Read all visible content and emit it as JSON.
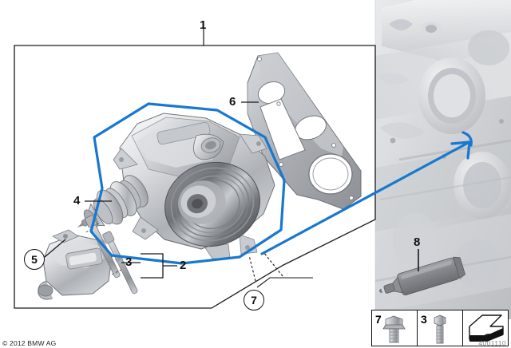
{
  "diagram": {
    "title": "Water pump / thermostat exploded parts diagram",
    "frame_label": "1",
    "copyright": "© 2012 BMW AG",
    "drawing_number": "4001110",
    "accent_color": "#1878d0",
    "line_color": "#1a1a1a"
  },
  "callouts": [
    {
      "id": "1",
      "label": "1",
      "kind": "plain",
      "name": "assembly-group-frame"
    },
    {
      "id": "2",
      "label": "2",
      "kind": "plain",
      "name": "bolt-set-bracket"
    },
    {
      "id": "3",
      "label": "3",
      "kind": "plain",
      "name": "hex-bolt-long"
    },
    {
      "id": "4",
      "label": "4",
      "kind": "plain",
      "name": "thermostat"
    },
    {
      "id": "5",
      "label": "5",
      "kind": "circled",
      "name": "thermostat-housing"
    },
    {
      "id": "6",
      "label": "6",
      "kind": "plain",
      "name": "gasket-plate"
    },
    {
      "id": "7",
      "label": "7",
      "kind": "circled",
      "name": "hex-flange-bolt"
    },
    {
      "id": "8",
      "label": "8",
      "kind": "plain",
      "name": "sealant-tube"
    }
  ],
  "legend": {
    "cells": [
      {
        "label": "7",
        "icon": "hex-flange-bolt-icon"
      },
      {
        "label": "3",
        "icon": "hex-bolt-icon"
      },
      {
        "label": "",
        "icon": "sealant-bead-arrow-icon"
      }
    ]
  },
  "parts_illustrated": {
    "water_pump": "water-pump-with-pulley",
    "thermostat": "thermostat-with-spring",
    "thermostat_housing": "thermostat-housing-cover",
    "gasket": "metal-gasket-plate",
    "engine_block": "engine-block-background",
    "sealant": "sealant-tube"
  }
}
